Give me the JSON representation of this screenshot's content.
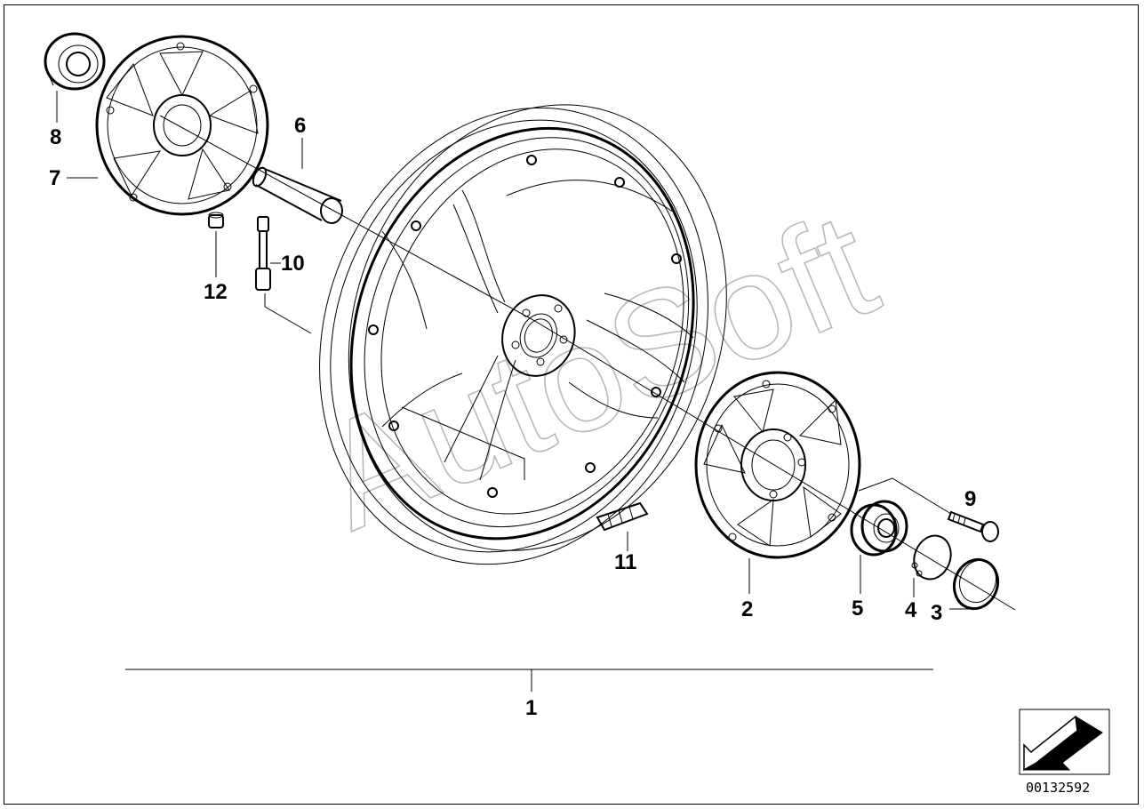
{
  "diagram": {
    "watermark": "AutoSoft",
    "figure_code": "00132592",
    "callouts": {
      "c1": "1",
      "c2": "2",
      "c3": "3",
      "c4": "4",
      "c5": "5",
      "c6": "6",
      "c7": "7",
      "c8": "8",
      "c9": "9",
      "c10": "10",
      "c11": "11",
      "c12": "12"
    }
  },
  "colors": {
    "line": "#000000",
    "watermark": "#b8b8b8",
    "background": "#ffffff"
  },
  "icons": {
    "corner": "arrow-down-left-icon"
  }
}
